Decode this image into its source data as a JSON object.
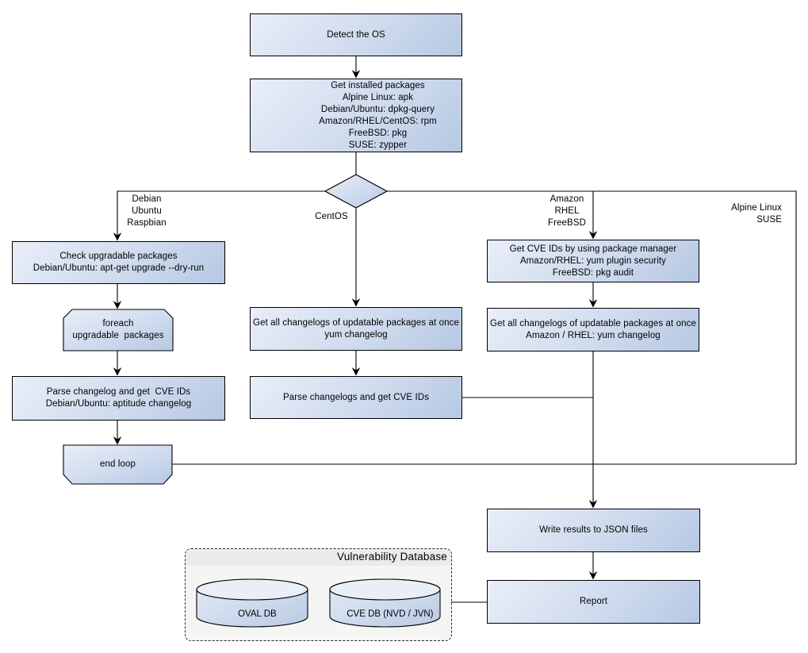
{
  "colors": {
    "node_fill_light": "#e9eef8",
    "node_fill_dark": "#b6c8e3",
    "node_border": "#000000",
    "connector": "#000000",
    "container_fill": "#f5f5f4",
    "container_titlebar_fill": "#ebebea",
    "canvas_background": "#ffffff"
  },
  "nodes": {
    "detect_os": {
      "lines": [
        "Detect the OS"
      ]
    },
    "get_installed_packages": {
      "lines": [
        "Get installed packages",
        "Alpine Linux: apk",
        "Debian/Ubuntu: dpkg-query",
        "Amazon/RHEL/CentOS: rpm",
        "FreeBSD: pkg",
        "SUSE: zypper"
      ]
    },
    "check_upgradable": {
      "lines": [
        "Check upgradable packages",
        "Debian/Ubuntu: apt-get upgrade --dry-run"
      ]
    },
    "foreach_loop": {
      "lines": [
        "foreach",
        "upgradable  packages"
      ]
    },
    "parse_changelog_deb": {
      "lines": [
        "Parse changelog and get  CVE IDs",
        "Debian/Ubuntu: aptitude changelog"
      ]
    },
    "end_loop": {
      "lines": [
        "end loop"
      ]
    },
    "changelogs_centos": {
      "lines": [
        "Get all changelogs of updatable packages at once",
        "yum changelog"
      ]
    },
    "parse_changelogs_centos": {
      "lines": [
        "Parse changelogs and get CVE IDs"
      ]
    },
    "get_cve_pkg_manager": {
      "lines": [
        "Get CVE IDs by using package manager",
        "Amazon/RHEL: yum plugin security",
        "FreeBSD: pkg audit"
      ]
    },
    "changelogs_amazon": {
      "lines": [
        "Get all changelogs of updatable packages at once",
        "Amazon / RHEL: yum changelog"
      ]
    },
    "write_json": {
      "lines": [
        "Write results to JSON files"
      ]
    },
    "report": {
      "lines": [
        "Report"
      ]
    }
  },
  "branch_labels": {
    "debian": {
      "lines": [
        "Debian",
        "Ubuntu",
        "Raspbian"
      ]
    },
    "centos": {
      "lines": [
        "CentOS"
      ]
    },
    "amazon": {
      "lines": [
        "Amazon",
        "RHEL",
        "FreeBSD"
      ]
    },
    "alpine": {
      "lines": [
        "Alpine Linux",
        "SUSE"
      ]
    }
  },
  "database": {
    "title": "Vulnerability Database",
    "cylinders": [
      {
        "label": "OVAL DB"
      },
      {
        "label": "CVE DB (NVD / JVN)"
      }
    ]
  }
}
